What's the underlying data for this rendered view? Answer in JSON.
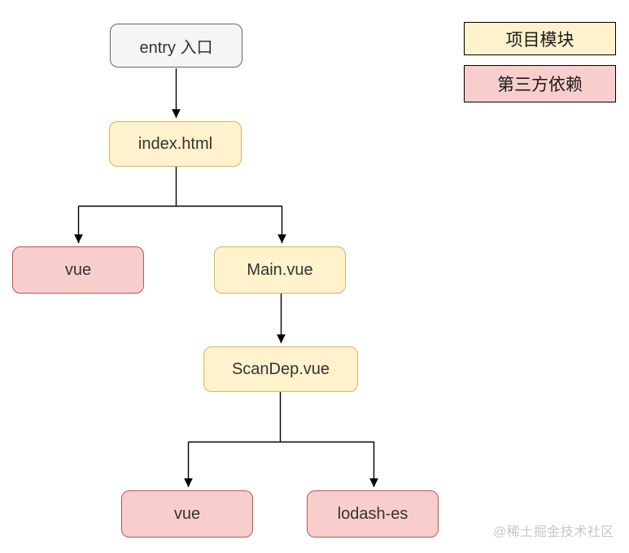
{
  "diagram": {
    "nodes": [
      {
        "id": "entry",
        "label": "entry 入口",
        "type": "entry"
      },
      {
        "id": "index-html",
        "label": "index.html",
        "type": "module"
      },
      {
        "id": "vue-top",
        "label": "vue",
        "type": "dependency"
      },
      {
        "id": "main-vue",
        "label": "Main.vue",
        "type": "module"
      },
      {
        "id": "scandep-vue",
        "label": "ScanDep.vue",
        "type": "module"
      },
      {
        "id": "vue-bottom",
        "label": "vue",
        "type": "dependency"
      },
      {
        "id": "lodash-es",
        "label": "lodash-es",
        "type": "dependency"
      }
    ],
    "edges": [
      {
        "from": "entry",
        "to": "index-html"
      },
      {
        "from": "index-html",
        "to": "vue-top"
      },
      {
        "from": "index-html",
        "to": "main-vue"
      },
      {
        "from": "main-vue",
        "to": "scandep-vue"
      },
      {
        "from": "scandep-vue",
        "to": "vue-bottom"
      },
      {
        "from": "scandep-vue",
        "to": "lodash-es"
      }
    ]
  },
  "legend": {
    "items": [
      {
        "label": "项目模块",
        "type": "module"
      },
      {
        "label": "第三方依赖",
        "type": "dependency"
      }
    ]
  },
  "watermark": "@稀土掘金技术社区",
  "colors": {
    "entry_fill": "#F5F5F5",
    "entry_border": "#666666",
    "module_fill": "#FFF2CC",
    "module_border": "#D6B656",
    "dependency_fill": "#F8CECC",
    "dependency_border": "#B85450",
    "edge": "#000000",
    "background": "#FFFFFF",
    "watermark_text": "#C6C6C6"
  }
}
